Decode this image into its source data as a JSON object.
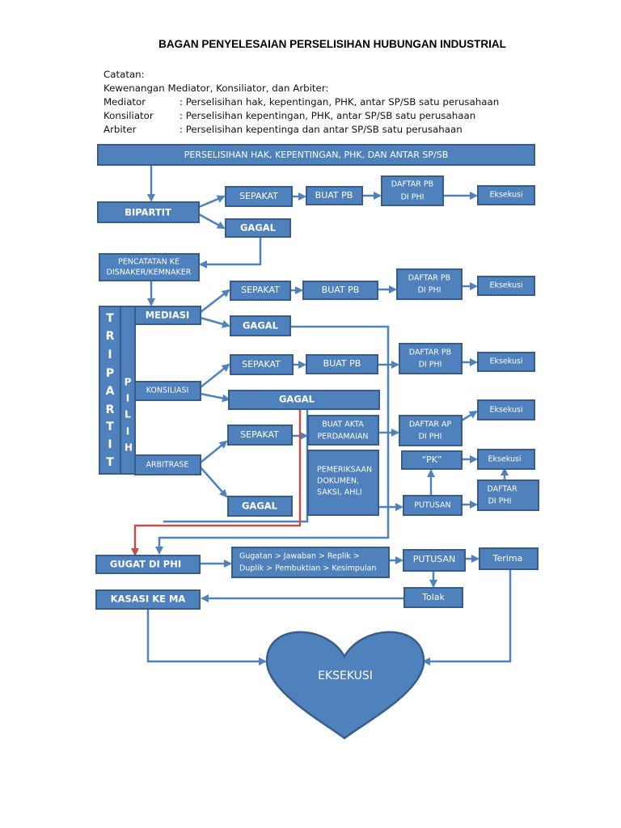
{
  "title": "BAGAN PENYELESAIAN PERSELISIHAN HUBUNGAN INDUSTRIAL",
  "notes": {
    "catatan": "Catatan:",
    "kewenangan": "Kewenangan Mediator, Konsiliator, dan Arbiter:",
    "rows": [
      {
        "label": "Mediator",
        "text": ": Perselisihan hak, kepentingan, PHK, antar SP/SB satu perusahaan"
      },
      {
        "label": "Konsiliator",
        "text": ": Perselisihan kepentingan, PHK, antar SP/SB satu perusahaan"
      },
      {
        "label": "Arbiter",
        "text": ": Perselisihan kepentinga dan antar SP/SB satu perusahaan"
      }
    ]
  },
  "colors": {
    "box": "#4f81bd",
    "box_border": "#385d8a",
    "connector": "#4f81bd",
    "red_connector": "#c0504d"
  },
  "nodes": {
    "top": "PERSELISIHAN HAK, KEPENTINGAN, PHK, DAN ANTAR SP/SB",
    "bipartit": "BIPARTIT",
    "sepakat_1": "SEPAKAT",
    "buat_pb_1": "BUAT PB",
    "daftar_pb_1": [
      "DAFTAR PB",
      "DI PHI"
    ],
    "eksekusi_1": "Eksekusi",
    "gagal_1": "GAGAL",
    "pencatatan": [
      "PENCATATAN KE",
      "DISNAKER/KEMNAKER"
    ],
    "tripartit": [
      "T",
      "R",
      "I",
      "P",
      "A",
      "R",
      "T",
      "I",
      "T"
    ],
    "pilih": [
      "P",
      "I",
      "L",
      "I",
      "H"
    ],
    "mediasi": "MEDIASI",
    "sepakat_2": "SEPAKAT",
    "buat_pb_2": "BUAT PB",
    "daftar_pb_2": [
      "DAFTAR PB",
      "DI PHI"
    ],
    "eksekusi_2": "Eksekusi",
    "gagal_2": "GAGAL",
    "konsiliasi": "KONSILIASI",
    "sepakat_3": "SEPAKAT",
    "buat_pb_3": "BUAT PB",
    "daftar_pb_3": [
      "DAFTAR PB",
      "DI PHI"
    ],
    "eksekusi_3": "Eksekusi",
    "gagal_3": "GAGAL",
    "arbitrase": "ARBITRASE",
    "sepakat_4": "SEPAKAT",
    "buat_akta": [
      "BUAT AKTA",
      "PERDAMAIAN"
    ],
    "daftar_ap": [
      "DAFTAR AP",
      "DI PHI"
    ],
    "eksekusi_4": "Eksekusi",
    "gagal_4": "GAGAL",
    "pemeriksaan": [
      "PEMERIKSAAN",
      "DOKUMEN,",
      "SAKSI, AHLI"
    ],
    "pk": "“PK”",
    "eksekusi_5": "Eksekusi",
    "putusan_1": "PUTUSAN",
    "daftar_phi": [
      "DAFTAR",
      "DI PHI"
    ],
    "gugat_phi": "GUGAT DI PHI",
    "proses_phi": [
      "Gugatan > Jawaban > Replik >",
      "Duplik > Pembuktian > Kesimpulan"
    ],
    "putusan_2": "PUTUSAN",
    "terima": "Terima",
    "tolak": "Tolak",
    "kasasi": "KASASI KE MA",
    "eksekusi_final": "EKSEKUSI"
  }
}
